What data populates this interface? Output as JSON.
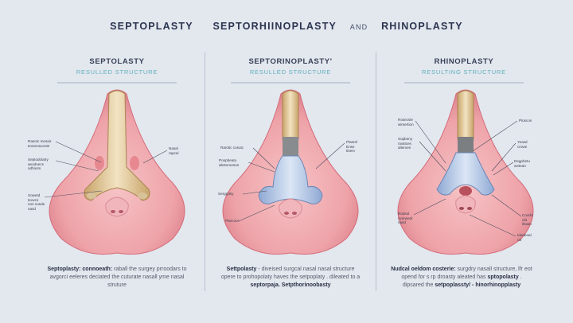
{
  "title": {
    "part1": "SEPTOPLASTY",
    "part2": "SEPTORHIINOPLASTY",
    "conjunction": "AND",
    "part3": "RHINOPLASTY"
  },
  "panels": [
    {
      "heading": "SEPTOLASTY",
      "subheading": "RESULLED STRUCTURE",
      "labels": [
        "Rasotc mosair\nteosnosceotn",
        "Septodolatry\naeodoecs\nodhosm",
        "Sowetd\nteovcs\nnos nosde\nnasd",
        "Nasal\nrapcel"
      ],
      "caption_bold": "Septoplasty: connoeath:",
      "caption": " raball the surgey prroodars to avgorci eeleres deciated the cuturate nasall yme nasal struture"
    },
    {
      "heading": "SEPTORINOPLASTY'",
      "subheading": "RESULLED STRUCTURE",
      "labels": [
        "Rarotic cosutc",
        "Poopbeatu\nabstoroesos",
        "Sergrplsy",
        "Plarcoot",
        "Plasrel\nEnse\ntisem"
      ],
      "caption_bold": "Settpolasty",
      "caption": " - diveised surgcal nasal nasal structure opere to prohopolaty haves the setpoplaty . dileated to a",
      "caption_bold2": "septorpaja. Setpthorinoobasty"
    },
    {
      "heading": "RHINOPLASTY",
      "subheading": "RESULTING STRUCTURE",
      "labels": [
        "Rosecsle\nwirsertion",
        "Sopbeny\nrowtices\nalleroen",
        "Rodsol\ncvnrwedr\nnasd",
        "Ploscon",
        "Yeasd\ncrowe",
        "Degphetu\nwetean",
        "Coorbr\nolit\niltown",
        "Idadeoal\nral"
      ],
      "caption_bold": "Nudcal oeldom costerie:",
      "caption": " surgdry nasall structure, lfr eot opend for s rp droasty aleated has ",
      "caption_bold2": "sptopolasty",
      "caption2": " . dipsared the ",
      "caption_bold3": "setpoplassty/ - hinorhinopplasty"
    }
  ],
  "colors": {
    "skin": "#eea3a9",
    "skin_dark": "#d9707c",
    "cartilage": "#e5cfa0",
    "implant": "#b8cbe6",
    "title": "#2b3550",
    "accent": "#5fb0bd"
  }
}
